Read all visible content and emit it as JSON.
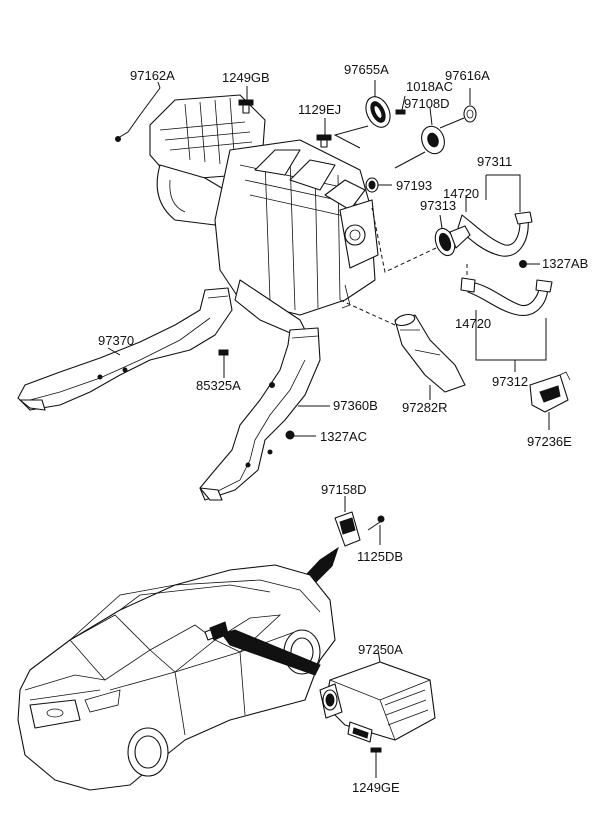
{
  "labels": {
    "p97162A": "97162A",
    "p1249GB": "1249GB",
    "p97655A": "97655A",
    "p1018AC": "1018AC",
    "p97616A": "97616A",
    "p1129EJ": "1129EJ",
    "p97108D": "97108D",
    "p97311": "97311",
    "p97193": "97193",
    "p14720a": "14720",
    "p97313": "97313",
    "p1327AB": "1327AB",
    "p97370": "97370",
    "p14720b": "14720",
    "p85325A": "85325A",
    "p97312": "97312",
    "p97360B": "97360B",
    "p97282R": "97282R",
    "p1327AC": "1327AC",
    "p97236E": "97236E",
    "p97158D": "97158D",
    "p1125DB": "1125DB",
    "p97250A": "97250A",
    "p1249GE": "1249GE"
  }
}
